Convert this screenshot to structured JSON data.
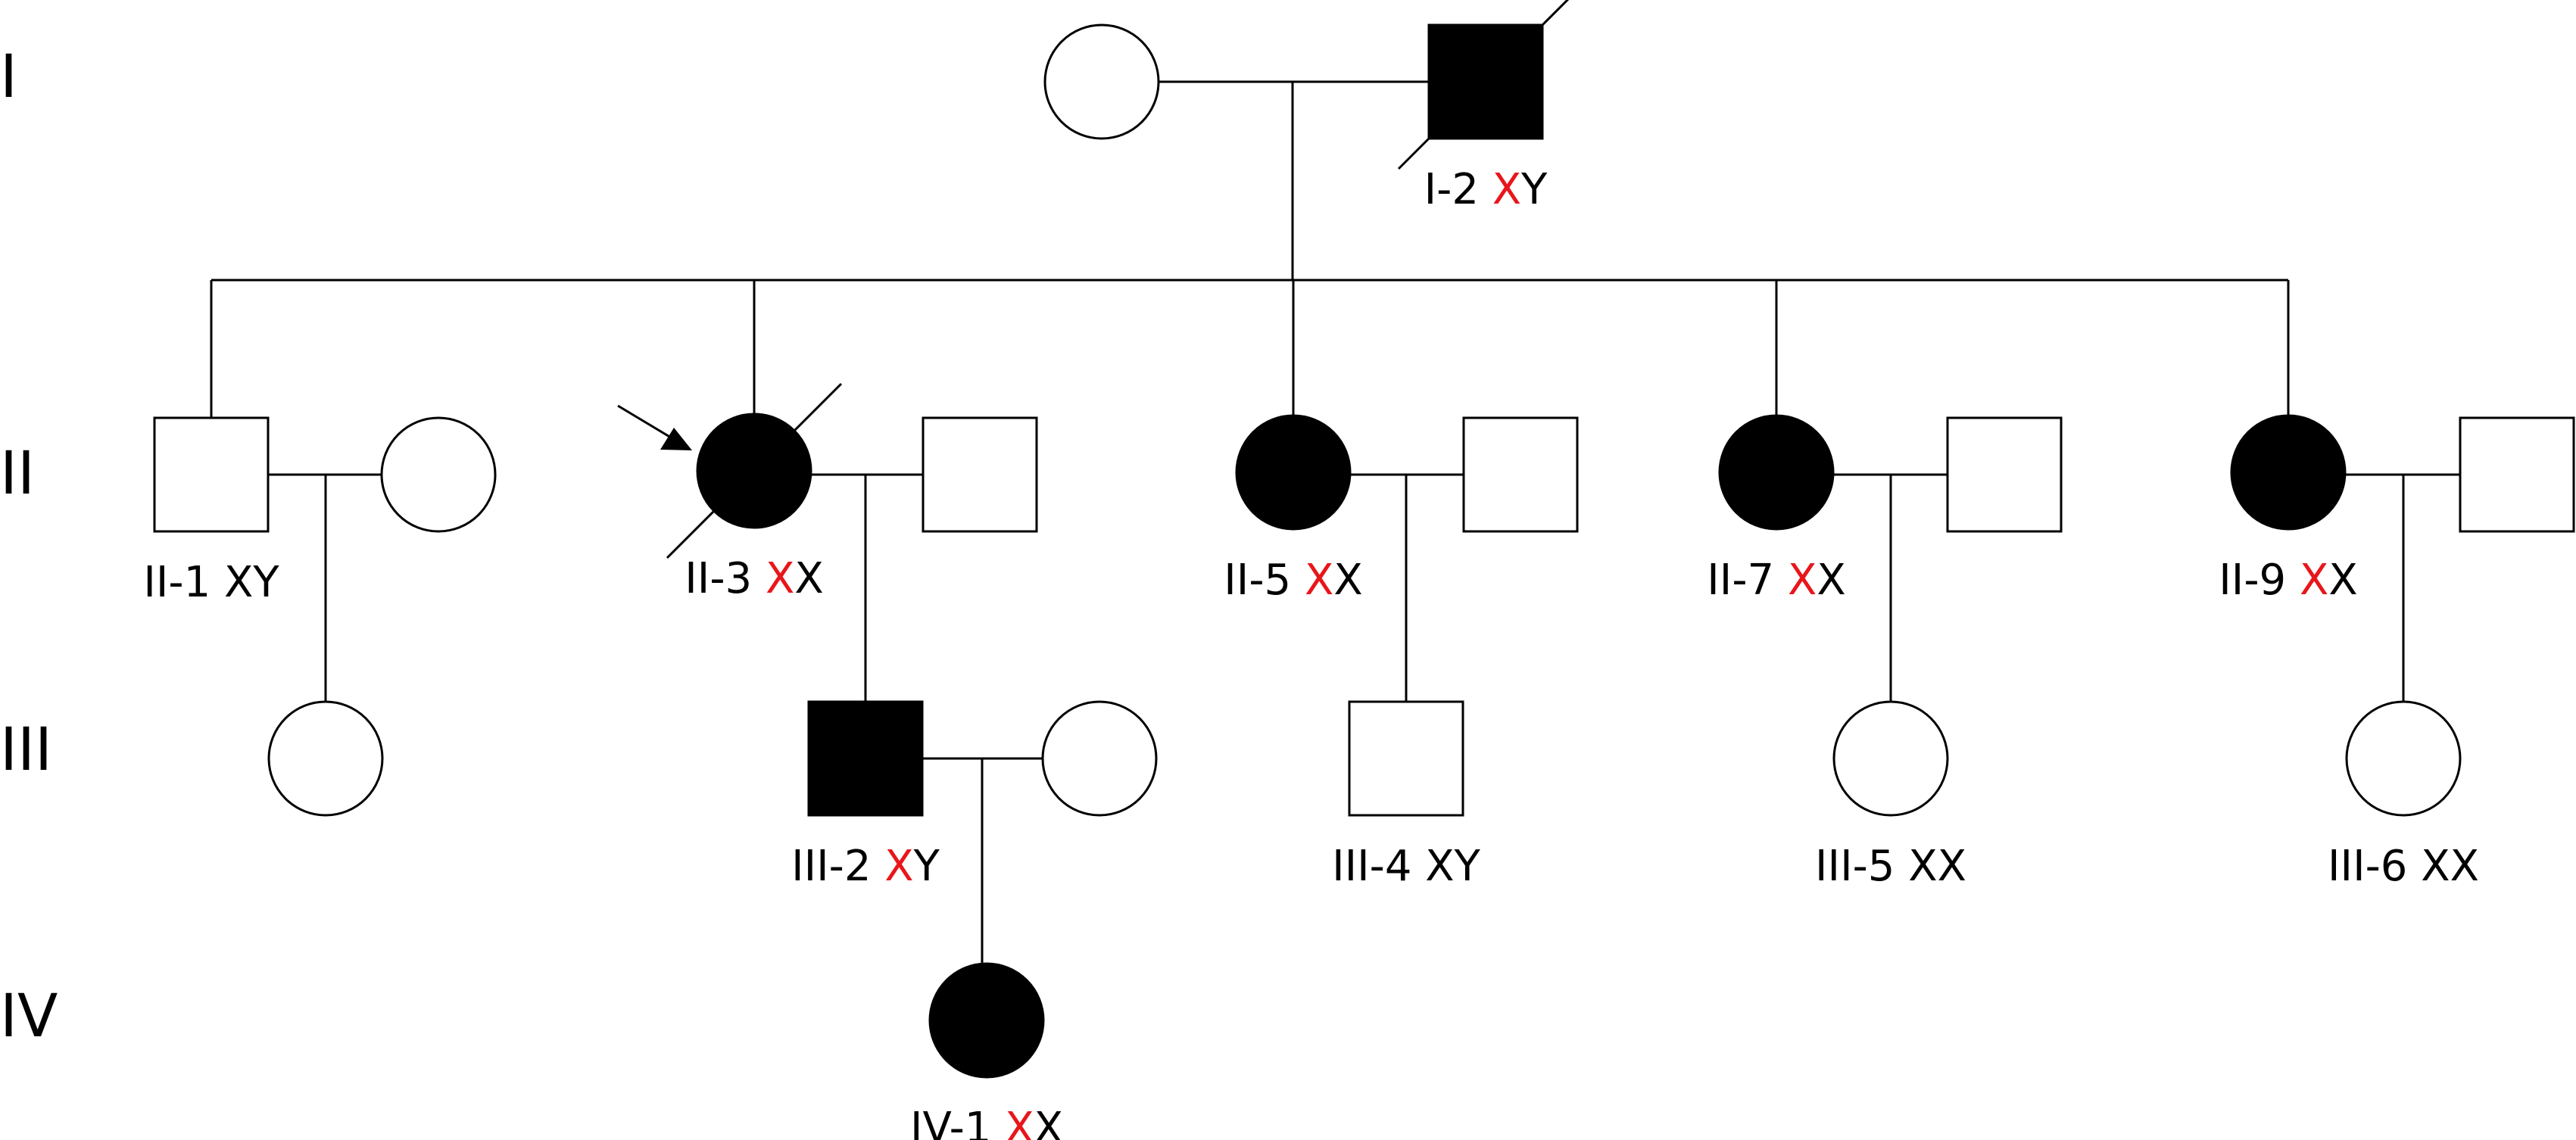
{
  "generations": [
    {
      "key": "g1",
      "label": "I"
    },
    {
      "key": "g2",
      "label": "II"
    },
    {
      "key": "g3",
      "label": "III"
    },
    {
      "key": "g4",
      "label": "IV"
    }
  ],
  "individuals": [
    {
      "key": "i1",
      "sex": "female",
      "affected": false,
      "deceased": false,
      "proband": false,
      "id": "",
      "genotype": ""
    },
    {
      "key": "i2",
      "sex": "male",
      "affected": true,
      "deceased": true,
      "proband": false,
      "id": "I-2",
      "genotype": "XY",
      "allele_marked": true
    },
    {
      "key": "ii1",
      "sex": "male",
      "affected": false,
      "deceased": false,
      "proband": false,
      "id": "II-1",
      "genotype": "XY",
      "allele_marked": false
    },
    {
      "key": "ii2",
      "sex": "female",
      "affected": false,
      "deceased": false,
      "proband": false,
      "id": "",
      "genotype": ""
    },
    {
      "key": "ii3",
      "sex": "female",
      "affected": true,
      "deceased": true,
      "proband": true,
      "id": "II-3",
      "genotype": "XX",
      "allele_marked": true
    },
    {
      "key": "ii4",
      "sex": "male",
      "affected": false,
      "deceased": false,
      "proband": false,
      "id": "",
      "genotype": ""
    },
    {
      "key": "ii5",
      "sex": "female",
      "affected": true,
      "deceased": false,
      "proband": false,
      "id": "II-5",
      "genotype": "XX",
      "allele_marked": true
    },
    {
      "key": "ii6",
      "sex": "male",
      "affected": false,
      "deceased": false,
      "proband": false,
      "id": "",
      "genotype": ""
    },
    {
      "key": "ii7",
      "sex": "female",
      "affected": true,
      "deceased": false,
      "proband": false,
      "id": "II-7",
      "genotype": "XX",
      "allele_marked": true
    },
    {
      "key": "ii8",
      "sex": "male",
      "affected": false,
      "deceased": false,
      "proband": false,
      "id": "",
      "genotype": ""
    },
    {
      "key": "ii9",
      "sex": "female",
      "affected": true,
      "deceased": false,
      "proband": false,
      "id": "II-9",
      "genotype": "XX",
      "allele_marked": true
    },
    {
      "key": "ii10",
      "sex": "male",
      "affected": false,
      "deceased": false,
      "proband": false,
      "id": "",
      "genotype": ""
    },
    {
      "key": "iii1",
      "sex": "female",
      "affected": false,
      "deceased": false,
      "proband": false,
      "id": "",
      "genotype": ""
    },
    {
      "key": "iii2",
      "sex": "male",
      "affected": true,
      "deceased": false,
      "proband": false,
      "id": "III-2",
      "genotype": "XY",
      "allele_marked": true
    },
    {
      "key": "iii3",
      "sex": "female",
      "affected": false,
      "deceased": false,
      "proband": false,
      "id": "",
      "genotype": ""
    },
    {
      "key": "iii4",
      "sex": "male",
      "affected": false,
      "deceased": false,
      "proband": false,
      "id": "III-4",
      "genotype": "XY",
      "allele_marked": false
    },
    {
      "key": "iii5",
      "sex": "female",
      "affected": false,
      "deceased": false,
      "proband": false,
      "id": "III-5",
      "genotype": "XX",
      "allele_marked": false
    },
    {
      "key": "iii6",
      "sex": "female",
      "affected": false,
      "deceased": false,
      "proband": false,
      "id": "III-6",
      "genotype": "XX",
      "allele_marked": false
    },
    {
      "key": "iv1",
      "sex": "female",
      "affected": true,
      "deceased": false,
      "proband": false,
      "id": "IV-1",
      "genotype": "XX",
      "allele_marked": true
    }
  ],
  "colors": {
    "line": "#000000",
    "affected_fill": "#000000",
    "unaffected_fill": "#ffffff",
    "marked_allele": "#e8161b",
    "text": "#000000"
  }
}
